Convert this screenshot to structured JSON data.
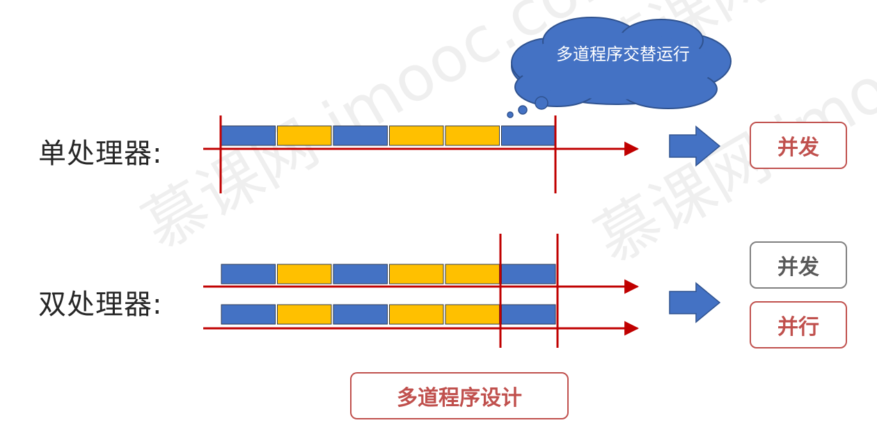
{
  "labels": {
    "single_processor": "单处理器:",
    "dual_processor": "双处理器:"
  },
  "cloud": {
    "text": "多道程序交替运行"
  },
  "results": {
    "concurrent_single": "并发",
    "concurrent_dual": "并发",
    "parallel_dual": "并行"
  },
  "footer_box": "多道程序设计",
  "watermark": "慕课网 imooc.com",
  "timeline": {
    "single": [
      "program-a",
      "program-b",
      "program-a",
      "program-b",
      "program-b",
      "program-a"
    ],
    "dual_1": [
      "program-a",
      "program-b",
      "program-a",
      "program-b",
      "program-b",
      "program-a"
    ],
    "dual_2": [
      "program-a",
      "program-b",
      "program-a",
      "program-b",
      "program-b",
      "program-a"
    ]
  },
  "colors": {
    "program-a": "#4472c4",
    "program-b": "#ffc000",
    "arrow": "#c00000",
    "block_arrow": "#4472c4",
    "highlight_box": "#c0504d",
    "neutral_box": "#7f7f7f"
  }
}
